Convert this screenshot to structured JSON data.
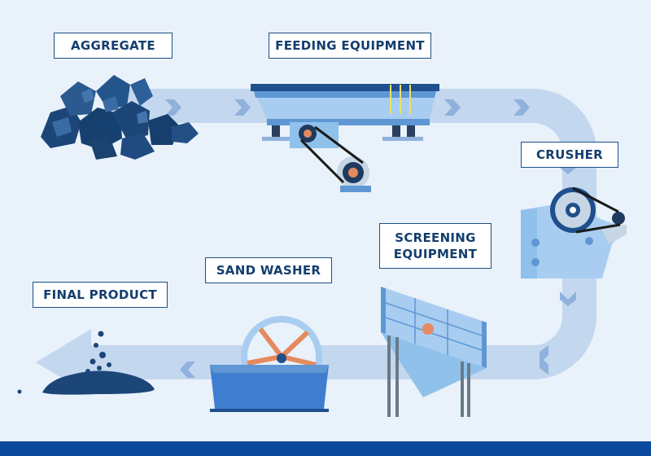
{
  "stages": {
    "aggregate": "AGGREGATE",
    "feeding": "FEEDING EQUIPMENT",
    "crusher": "CRUSHER",
    "screening_line1": "SCREENING",
    "screening_line2": "EQUIPMENT",
    "sand_washer": "SAND WASHER",
    "final_product": "FINAL PRODUCT"
  },
  "colors": {
    "background": "#e9f1fa",
    "path_band": "#c3d7ef",
    "arrow": "#8fb1dc",
    "label_border": "#1c4f86",
    "label_text": "#143e6e",
    "machine_light": "#a8cdf0",
    "machine_mid": "#5f97d4",
    "machine_dark": "#1f4f8c",
    "rock": "#1c4678",
    "bottom_bar": "#0b4a9c"
  },
  "icons": [
    "aggregate-rocks-icon",
    "vibrating-feeder-icon",
    "jaw-crusher-icon",
    "vibrating-screen-icon",
    "wheel-sand-washer-icon",
    "final-product-pile-icon",
    "flow-direction-arrow-icon"
  ]
}
